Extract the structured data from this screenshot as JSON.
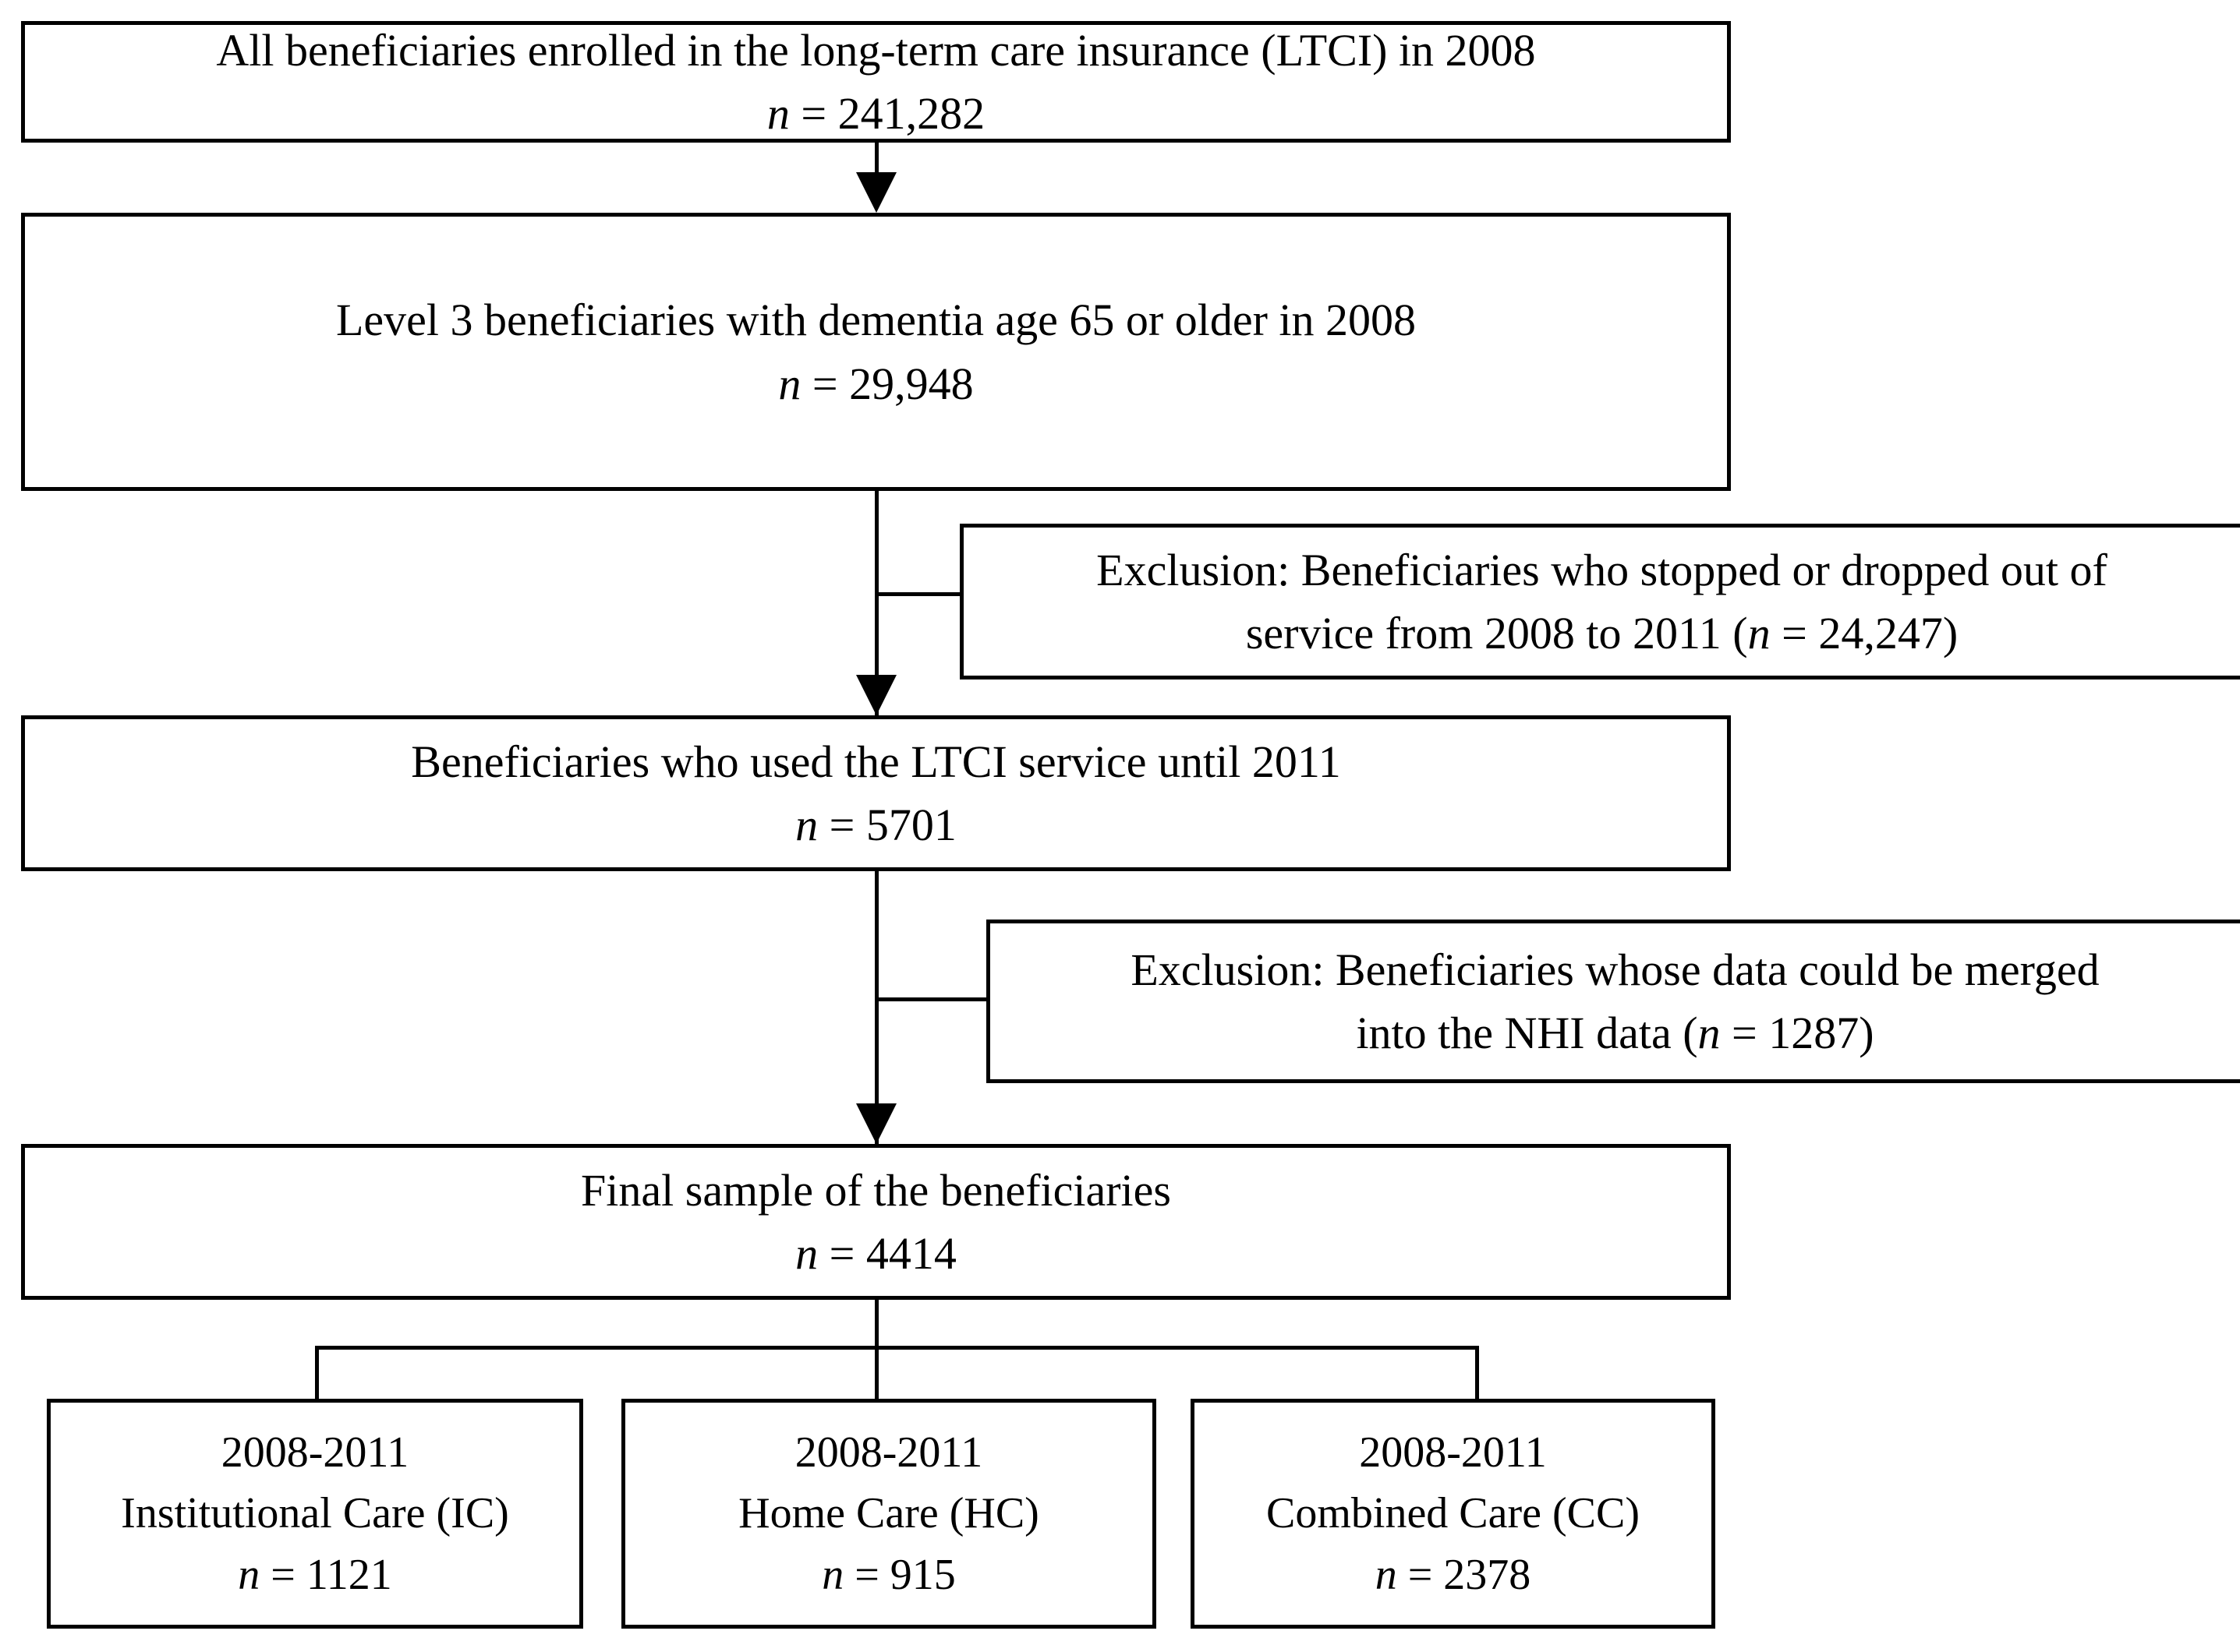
{
  "diagram": {
    "title": "Study sample selection flow diagram",
    "type": "flowchart",
    "accent_color": "#000000",
    "background_color": "#ffffff"
  },
  "nodes": {
    "enrolled": {
      "line1": "All beneficiaries enrolled in the long-term care insurance (LTCI) in 2008",
      "n_label": "n",
      "n_eq": " = 241,282",
      "n_value": "241,282"
    },
    "level3": {
      "line1": "Level 3 beneficiaries with dementia age 65 or older in 2008",
      "n_label": "n",
      "n_eq": " = 29,948",
      "n_value": "29,948"
    },
    "used_until_2011": {
      "line1": "Beneficiaries who used the LTCI service until 2011",
      "n_label": "n",
      "n_eq": " = 5701",
      "n_value": "5701"
    },
    "final_sample": {
      "line1": "Final sample of the beneficiaries",
      "n_label": "n",
      "n_eq": " = 4414",
      "n_value": "4414"
    }
  },
  "exclusions": {
    "exclusion_1": {
      "line1": "Exclusion: Beneficiaries who stopped or dropped out of",
      "line2_pre": "service from 2008 to 2011 (",
      "line2_n": "n",
      "line2_post": " = 24,247)",
      "n_value": "24,247"
    },
    "exclusion_2": {
      "line1": "Exclusion: Beneficiaries whose data could be merged",
      "line2_pre": "into the NHI data (",
      "line2_n": "n",
      "line2_post": " = 1287)",
      "n_value": "1287"
    }
  },
  "groups": [
    {
      "period": "2008-2011",
      "name": "Institutional Care (IC)",
      "n_label": "n",
      "n_eq": " = 1121",
      "n_value": "1121"
    },
    {
      "period": "2008-2011",
      "name": "Home Care (HC)",
      "n_label": "n",
      "n_eq": " = 915",
      "n_value": "915"
    },
    {
      "period": "2008-2011",
      "name": "Combined Care (CC)",
      "n_label": "n",
      "n_eq": " = 2378",
      "n_value": "2378"
    }
  ]
}
